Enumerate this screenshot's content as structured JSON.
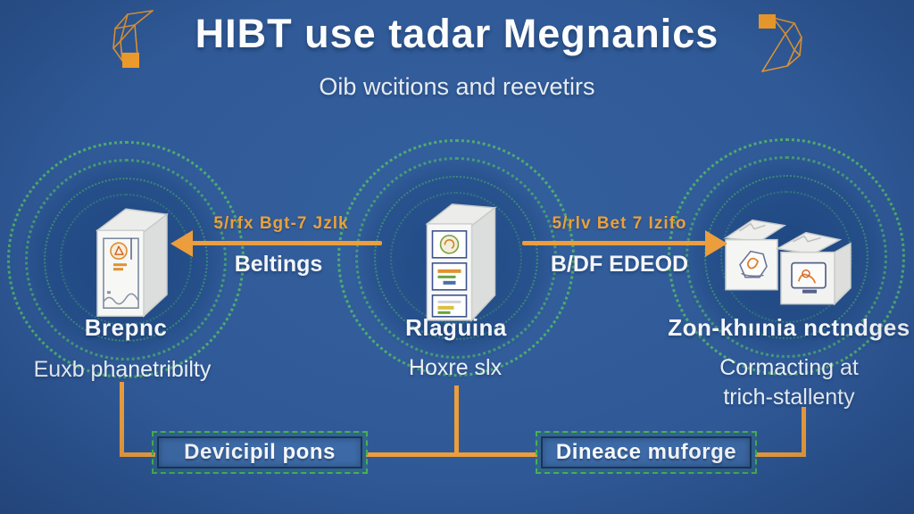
{
  "header": {
    "title": "HIBT use tadar Megnanics",
    "subtitle": "Oib wcitions and reevetirs"
  },
  "nodes": [
    {
      "icon": "server-tower-icon",
      "label": "Brepnc",
      "sub1": "Euxb phanetribilty",
      "sub2": ""
    },
    {
      "icon": "drawer-cabinet-icon",
      "label": "Rlaguina",
      "sub1": "Hoxre slx",
      "sub2": ""
    },
    {
      "icon": "shipping-boxes-icon",
      "label": "Zon-khıınia nctndges",
      "sub1": "Cormacting at",
      "sub2": "trich-stallenty"
    }
  ],
  "arrows": [
    {
      "direction": "left",
      "script": "5/rfx Bgt-7 Jzlk",
      "label": "Beltings"
    },
    {
      "direction": "right",
      "script": "5/rlv Bet 7 Izifo",
      "label": "B/DF EDEOD"
    }
  ],
  "footer": {
    "boxes": [
      {
        "label": "Devicipil pons"
      },
      {
        "label": "Dineace muforge"
      }
    ]
  },
  "colors": {
    "background": "#30599A",
    "accent_orange": "#EC9D3C",
    "glyph_green": "#46B152",
    "box_fill": "#3D6AA6",
    "box_border": "#16355E",
    "text_white": "#F4F7FA"
  }
}
